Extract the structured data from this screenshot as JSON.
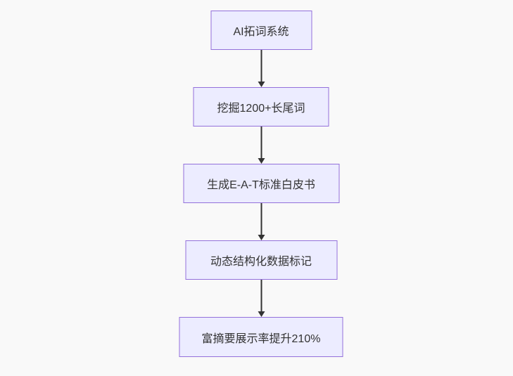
{
  "diagram": {
    "type": "flowchart-top-down",
    "colors": {
      "background": "#f9f9f9",
      "node_fill": "#ECECFF",
      "node_border": "#9370DB",
      "text": "#333333",
      "arrow": "#333333"
    },
    "nodes": [
      {
        "id": "step-1",
        "label": "AI拓词系统"
      },
      {
        "id": "step-2",
        "label": "挖掘1200+长尾词"
      },
      {
        "id": "step-3",
        "label": "生成E-A-T标准白皮书"
      },
      {
        "id": "step-4",
        "label": "动态结构化数据标记"
      },
      {
        "id": "step-5",
        "label": "富摘要展示率提升210%"
      }
    ],
    "edges": [
      {
        "from": "step-1",
        "to": "step-2"
      },
      {
        "from": "step-2",
        "to": "step-3"
      },
      {
        "from": "step-3",
        "to": "step-4"
      },
      {
        "from": "step-4",
        "to": "step-5"
      }
    ]
  }
}
